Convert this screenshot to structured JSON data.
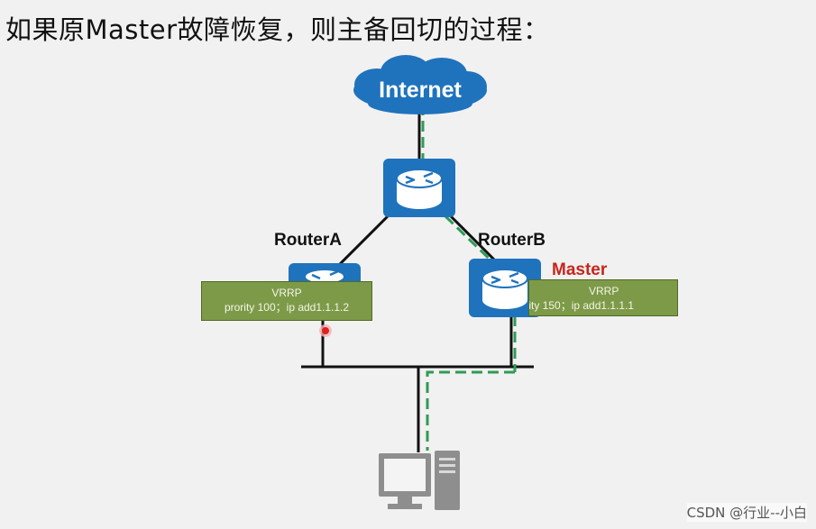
{
  "title": "如果原Master故障恢复，则主备回切的过程：",
  "nodes": {
    "internet": "Internet",
    "router_a": "RouterA",
    "router_b": "RouterB",
    "master": "Master"
  },
  "vrrp_a": {
    "header": "VRRP",
    "config": "prority 100；ip add1.1.1.2"
  },
  "vrrp_b": {
    "header": "VRRP",
    "config": "prority 150；ip add1.1.1.1"
  },
  "watermark": "CSDN @行业--小白",
  "colors": {
    "cloud": "#1f73bd",
    "router": "#1f73bd",
    "vrrp_box": "#7d9a49",
    "master_label": "#c8261c",
    "path_dash": "#2e9b55",
    "failure_dot": "#e02020"
  }
}
